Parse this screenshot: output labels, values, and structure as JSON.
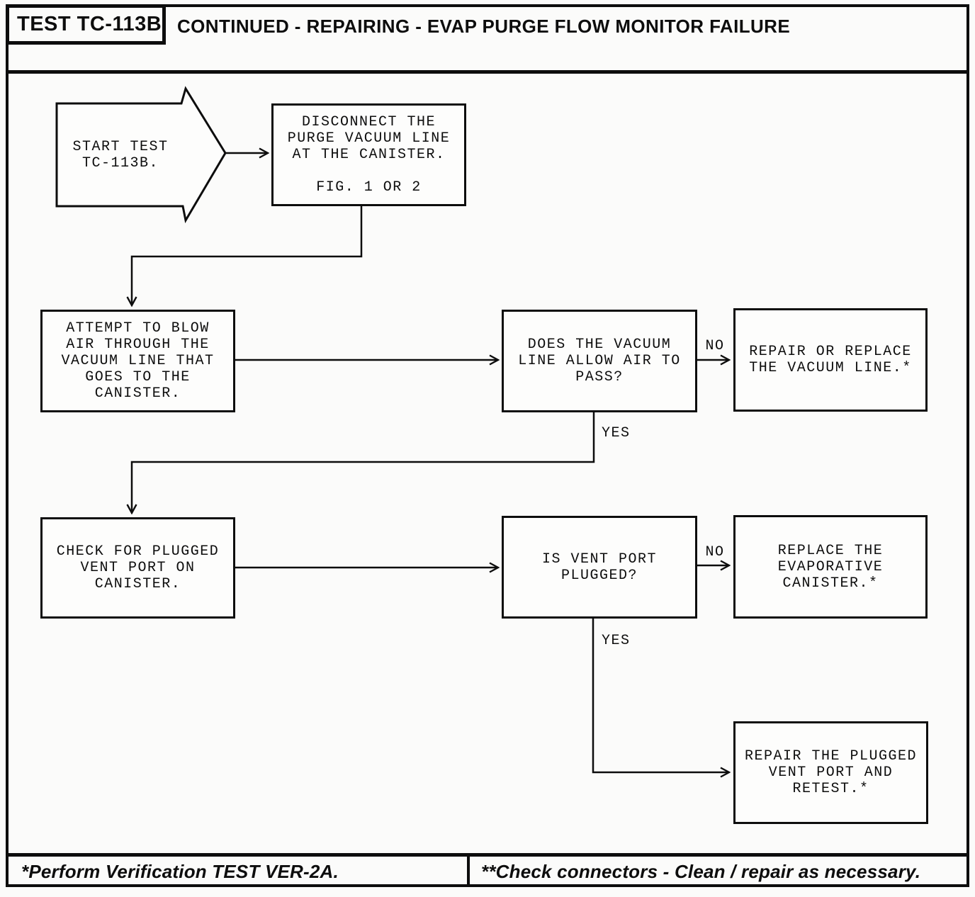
{
  "header": {
    "test_id": "TEST TC-113B",
    "title": "CONTINUED - REPAIRING - EVAP PURGE FLOW MONITOR FAILURE"
  },
  "flowchart": {
    "start": "START TEST\nTC-113B.",
    "disconnect": "DISCONNECT THE\nPURGE VACUUM LINE\nAT THE CANISTER.\n\nFIG. 1 OR 2",
    "attempt_blow": "ATTEMPT TO BLOW\nAIR THROUGH THE\nVACUUM LINE THAT\nGOES TO THE\nCANISTER.",
    "q_vacuum_line": "DOES THE VACUUM\nLINE ALLOW AIR TO\nPASS?",
    "repair_vacuum_line": "REPAIR OR REPLACE\nTHE VACUUM LINE.*",
    "check_vent_port": "CHECK FOR PLUGGED\nVENT PORT ON\nCANISTER.",
    "q_vent_port": "IS VENT PORT\nPLUGGED?",
    "replace_canister": "REPLACE THE\nEVAPORATIVE\nCANISTER.*",
    "repair_vent_port": "REPAIR THE PLUGGED\nVENT PORT AND\nRETEST.*",
    "labels": {
      "q1_no": "NO",
      "q1_yes": "YES",
      "q2_no": "NO",
      "q2_yes": "YES"
    }
  },
  "footer": {
    "left_note": "*Perform Verification TEST VER-2A.",
    "right_note": "**Check connectors - Clean / repair as necessary."
  }
}
